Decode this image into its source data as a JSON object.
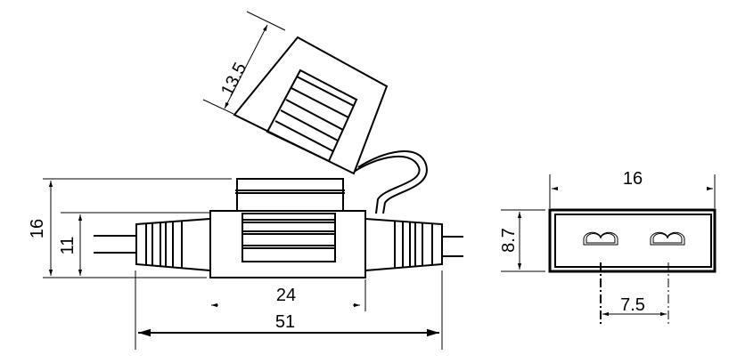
{
  "dimensions": {
    "cap_width": "13.5",
    "overall_height": "16",
    "boot_height": "11",
    "body_length": "24",
    "overall_length": "51",
    "end_width": "16",
    "end_height": "8.7",
    "terminal_pitch": "7.5"
  }
}
